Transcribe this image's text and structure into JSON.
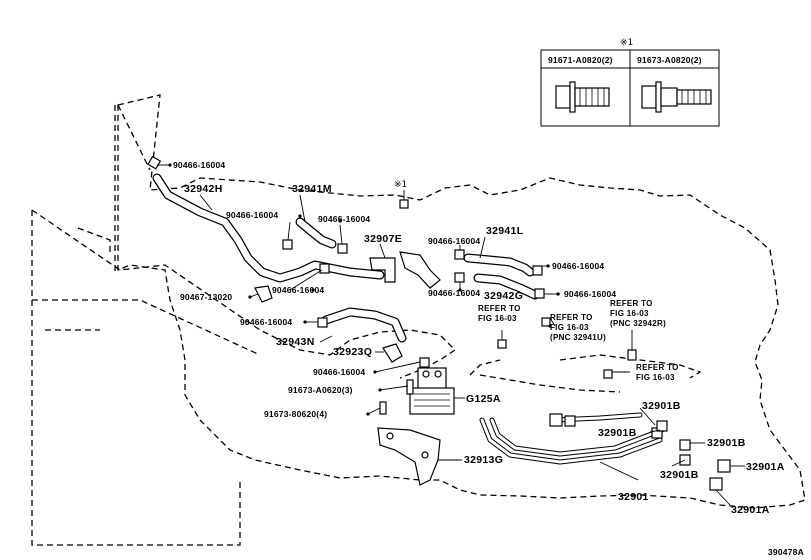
{
  "figure_id": "390478A",
  "note_mark": "※1",
  "inset_table": {
    "header_mark": "※1",
    "col1": "91671-A0820(2)",
    "col2": "91673-A0820(2)"
  },
  "labels": {
    "p32942h": "32942H",
    "p32941m": "32941M",
    "p32907e": "32907E",
    "p32941l": "32941L",
    "p32942g": "32942G",
    "p32943n": "32943N",
    "p32923q": "32923Q",
    "g125a": "G125A",
    "p32913g": "32913G",
    "p32901": "32901",
    "p32901b_1": "32901B",
    "p32901b_2": "32901B",
    "p32901b_3": "32901B",
    "p32901b_4": "32901B",
    "p32901a_1": "32901A",
    "p32901a_2": "32901A",
    "c90466_1": "90466-16004",
    "c90466_2": "90466-16004",
    "c90466_3": "90466-16004",
    "c90466_4": "90466-16004",
    "c90466_5": "90466-16004",
    "c90466_6": "90466-16004",
    "c90466_7": "90466-16004",
    "c90466_8": "90466-16004",
    "c90466_9": "90466-16004",
    "c90466_10": "90466-16004",
    "c90467": "90467-13020",
    "b91673_a0620": "91673-A0620(3)",
    "b91673_80620": "91673-80620(4)",
    "mark_1": "※1"
  },
  "refs": {
    "ref1": [
      "REFER TO",
      "FIG 16-03"
    ],
    "ref2": [
      "REFER TO",
      "FIG 16-03",
      "(PNC 32941U)"
    ],
    "ref3": [
      "REFER TO",
      "FIG 16-03",
      "(PNC 32942R)"
    ],
    "ref4": [
      "REFER TO",
      "FIG 16-03"
    ]
  }
}
